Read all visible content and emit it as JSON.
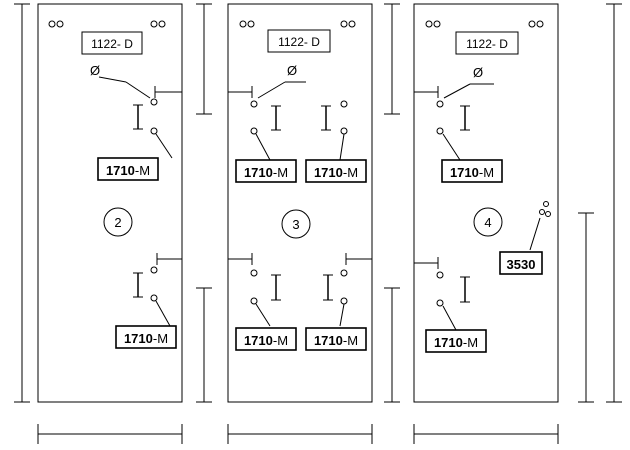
{
  "panels": [
    {
      "id": "panel-2",
      "header_label": "1122- D",
      "number": "2",
      "breakers": [
        {
          "code": "1710",
          "suffix": "-M"
        },
        {
          "code": "1710",
          "suffix": "-M"
        }
      ]
    },
    {
      "id": "panel-3",
      "header_label": "1122- D",
      "number": "3",
      "breakers": [
        {
          "code": "1710",
          "suffix": "-M"
        },
        {
          "code": "1710",
          "suffix": "-M"
        },
        {
          "code": "1710",
          "suffix": "-M"
        },
        {
          "code": "1710",
          "suffix": "-M"
        }
      ]
    },
    {
      "id": "panel-4",
      "header_label": "1122- D",
      "number": "4",
      "breakers": [
        {
          "code": "1710",
          "suffix": "-M"
        },
        {
          "code": "1710",
          "suffix": "-M"
        }
      ],
      "device_label": "3530"
    }
  ],
  "symbols": {
    "disconnect": "Ø"
  }
}
